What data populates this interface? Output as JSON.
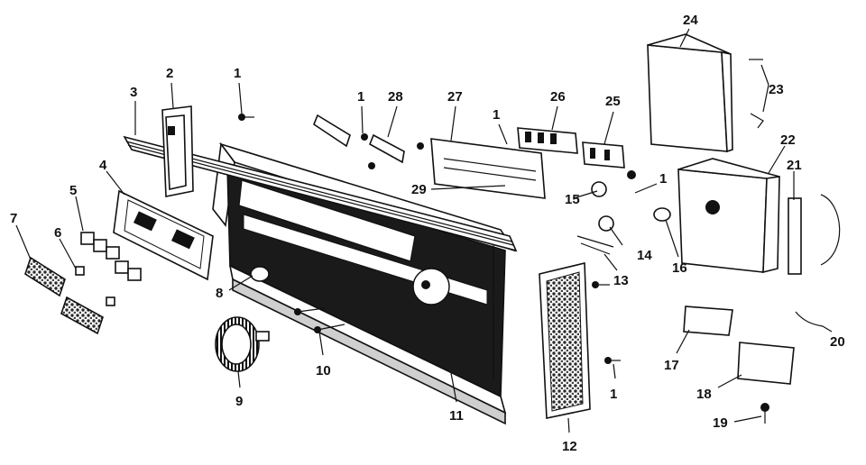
{
  "colors": {
    "ink": "#111111",
    "paper": "#ffffff",
    "grille": "#3a3a3a"
  },
  "callouts": [
    {
      "key": "l1a",
      "text": "1"
    },
    {
      "key": "l2",
      "text": "2"
    },
    {
      "key": "l3",
      "text": "3"
    },
    {
      "key": "l1b",
      "text": "1"
    },
    {
      "key": "l28",
      "text": "28"
    },
    {
      "key": "l27",
      "text": "27"
    },
    {
      "key": "l1c",
      "text": "1"
    },
    {
      "key": "l26",
      "text": "26"
    },
    {
      "key": "l25",
      "text": "25"
    },
    {
      "key": "l24",
      "text": "24"
    },
    {
      "key": "l23",
      "text": "23"
    },
    {
      "key": "l22",
      "text": "22"
    },
    {
      "key": "l21",
      "text": "21"
    },
    {
      "key": "l4",
      "text": "4"
    },
    {
      "key": "l5",
      "text": "5"
    },
    {
      "key": "l7",
      "text": "7"
    },
    {
      "key": "l6",
      "text": "6"
    },
    {
      "key": "l29",
      "text": "29"
    },
    {
      "key": "l15",
      "text": "15"
    },
    {
      "key": "l1d",
      "text": "1"
    },
    {
      "key": "l14",
      "text": "14"
    },
    {
      "key": "l16",
      "text": "16"
    },
    {
      "key": "l13",
      "text": "13"
    },
    {
      "key": "l8",
      "text": "8"
    },
    {
      "key": "l10",
      "text": "10"
    },
    {
      "key": "l9",
      "text": "9"
    },
    {
      "key": "l11",
      "text": "11"
    },
    {
      "key": "l12",
      "text": "12"
    },
    {
      "key": "l1e",
      "text": "1"
    },
    {
      "key": "l17",
      "text": "17"
    },
    {
      "key": "l18",
      "text": "18"
    },
    {
      "key": "l19",
      "text": "19"
    },
    {
      "key": "l20",
      "text": "20"
    }
  ]
}
